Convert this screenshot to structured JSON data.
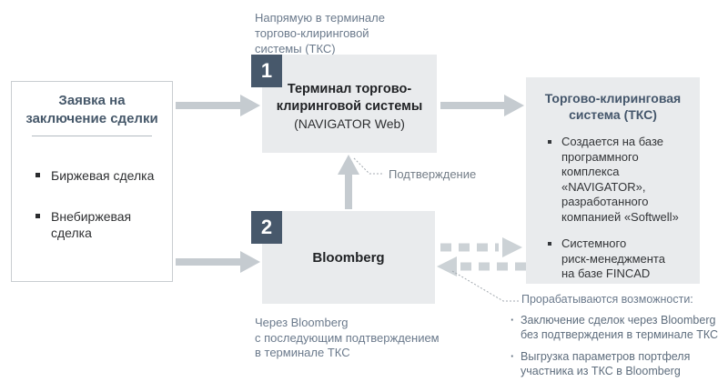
{
  "colors": {
    "accent_dark": "#47586b",
    "node_fill": "#e9ebed",
    "arrow_solid": "#c5cbd0",
    "arrow_dashed": "#ccd2d6",
    "leader_line": "#a3aab0",
    "title_text": "#46586a",
    "note_text": "#6b7a8c",
    "body_text": "#2e2f31"
  },
  "left_box": {
    "title": "Заявка на\nзаключение сделки",
    "items": [
      "Биржевая сделка",
      "Внебиржевая\nсделка"
    ]
  },
  "node1": {
    "badge": "1",
    "title": "Терминал торгово-\nклиринговой системы",
    "subtitle": "(NAVIGATOR Web)"
  },
  "node2": {
    "badge": "2",
    "title": "Bloomberg"
  },
  "right_box": {
    "title": "Торгово-клиринговая\nсистема (ТКС)",
    "items": [
      "Создается на базе\nпрограммного\nкомплекса\n«NAVIGATOR»,\nразработанного\nкомпанией «Softwell»",
      "Системного\nриск-менеджмента\nна базе FINCAD"
    ]
  },
  "annotations": {
    "top_note": "Напрямую в терминале\nторгово-клиринговой\nсистемы (ТКС)",
    "confirmation": "Подтверждение",
    "bottom_note": "Через Bloomberg\nс последующим подтверждением\nв терминале ТКС",
    "possibilities_title": "Прорабатываются возможности:",
    "possibilities_bullet": "·",
    "possibilities": [
      "Заключение сделок через Bloomberg\nбез подтверждения в терминале ТКС",
      "Выгрузка параметров портфеля\nучастника из ТКС в Bloomberg"
    ]
  }
}
